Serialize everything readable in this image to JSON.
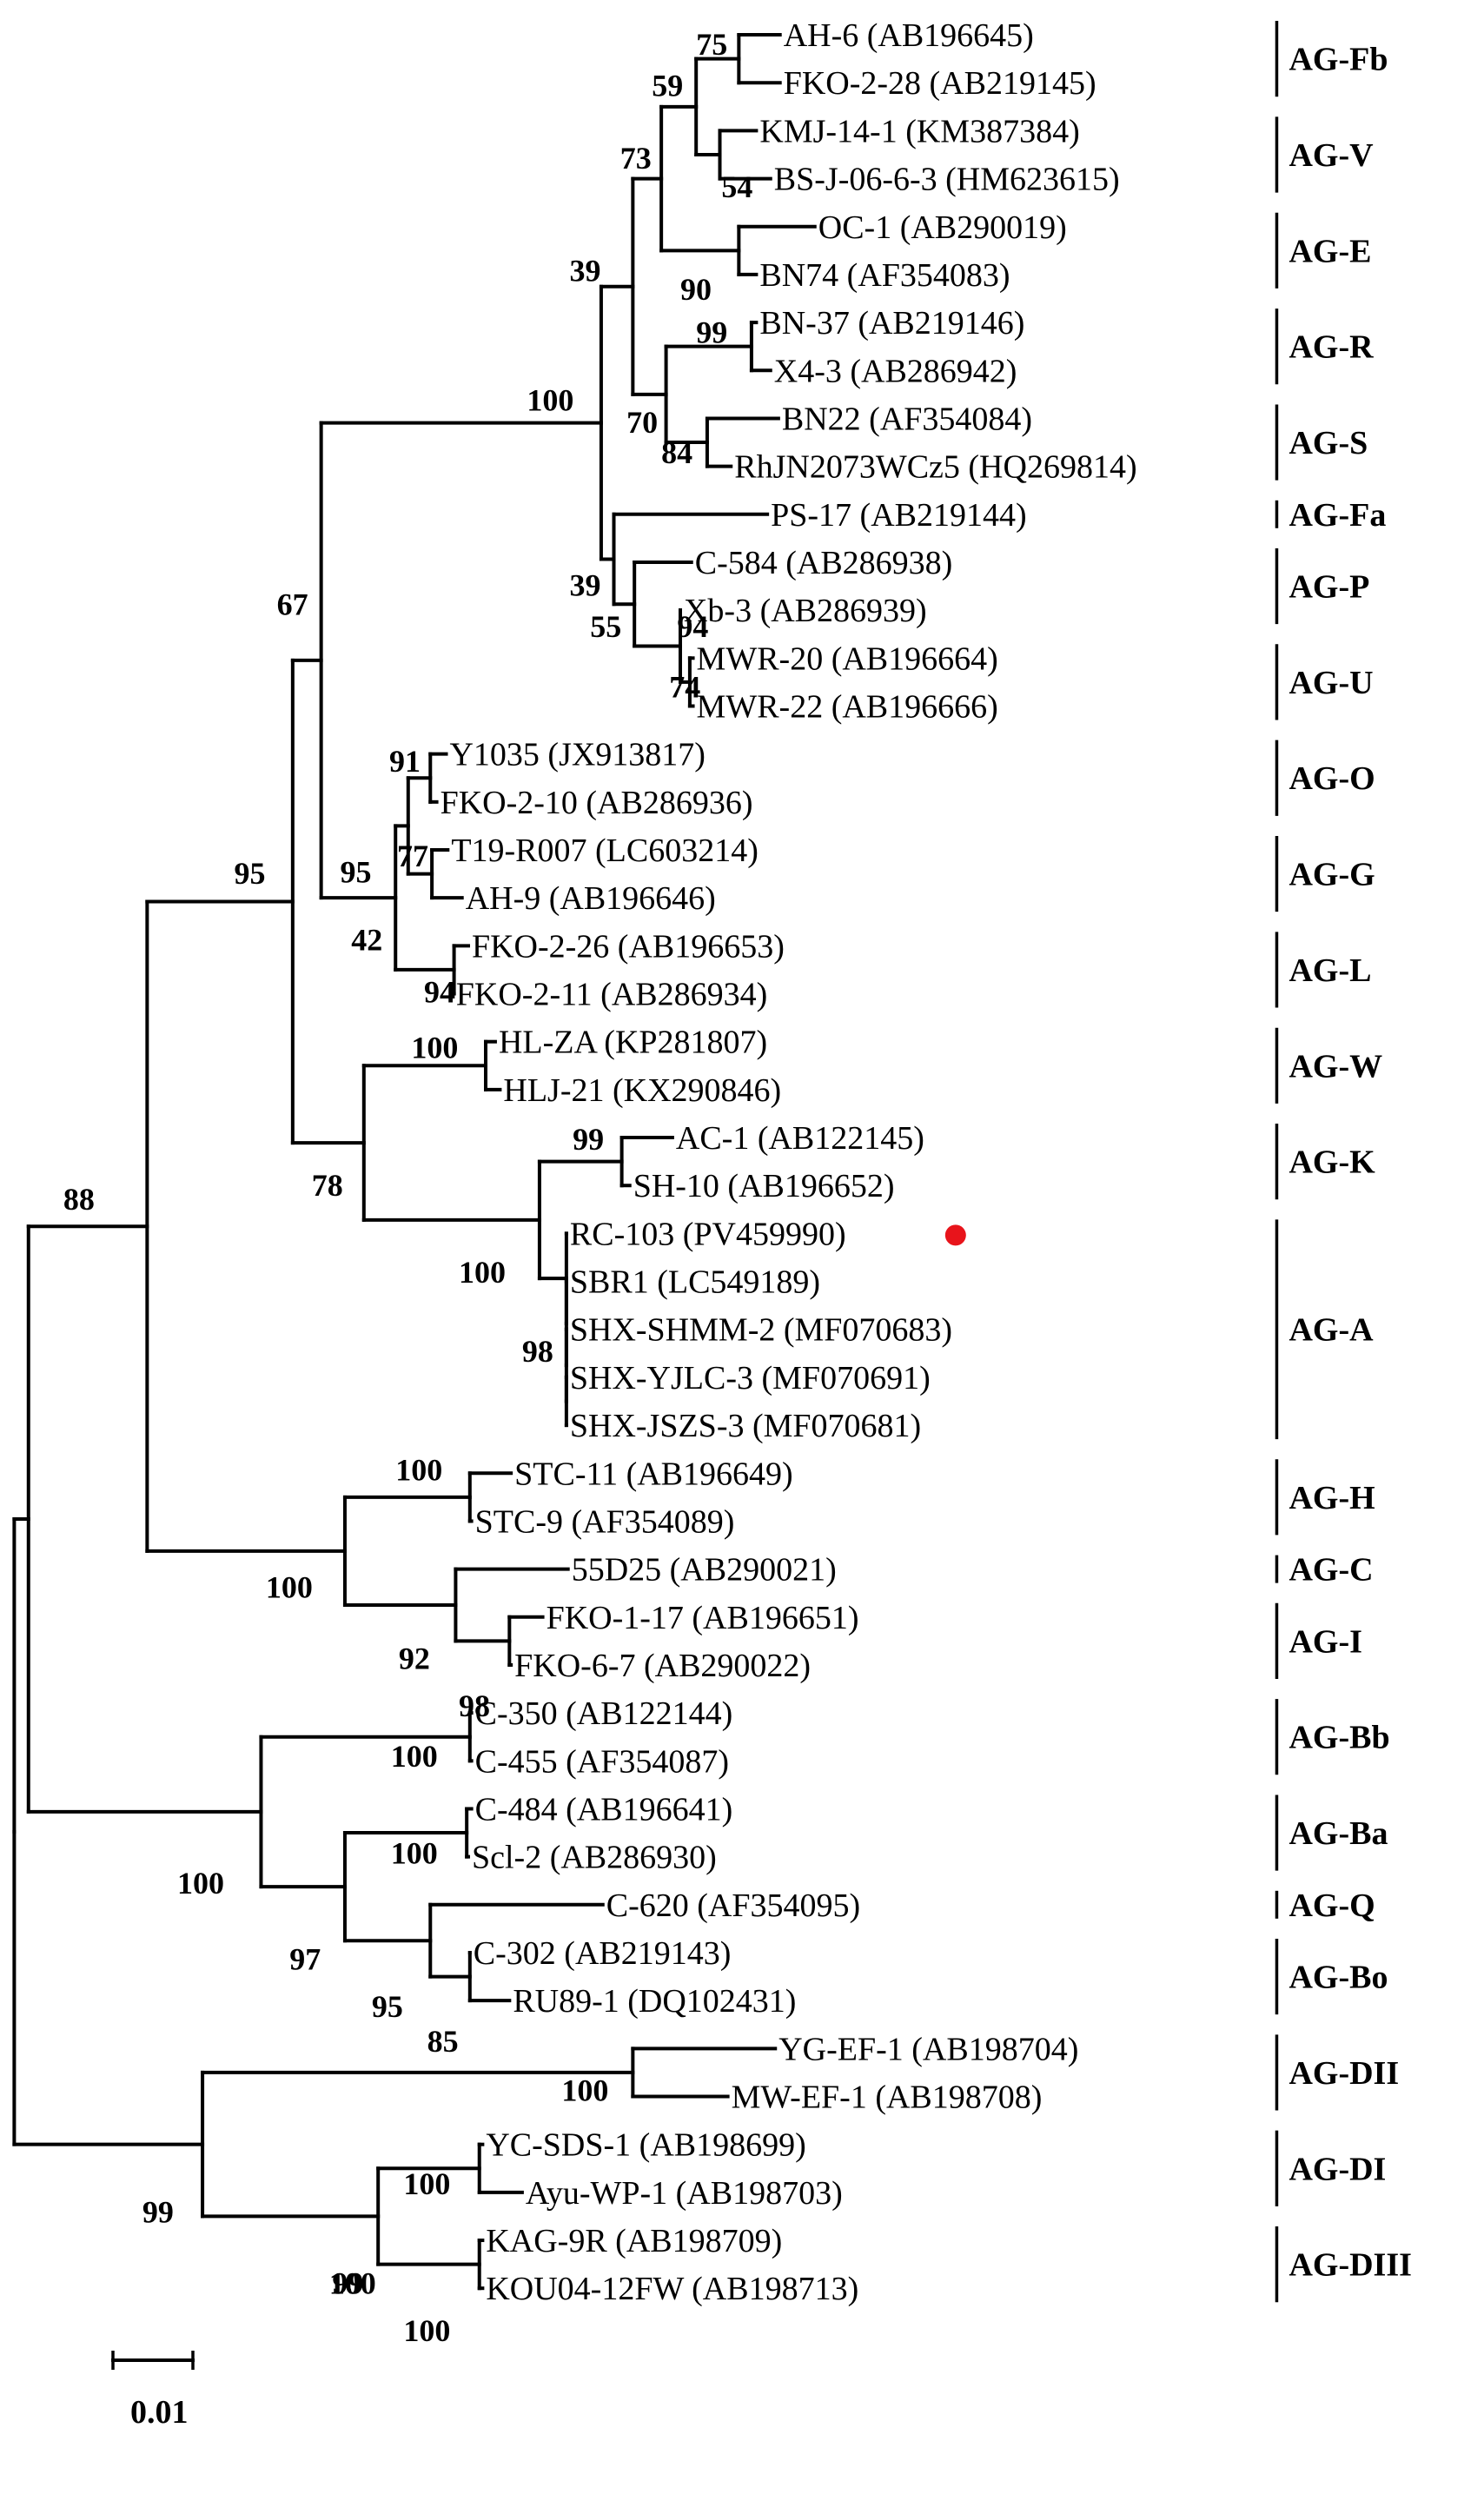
{
  "tree": {
    "taxa": [
      "AH-6 (AB196645)",
      "FKO-2-28 (AB219145)",
      "KMJ-14-1 (KM387384)",
      "BS-J-06-6-3 (HM623615)",
      "OC-1 (AB290019)",
      "BN74 (AF354083)",
      "BN-37 (AB219146)",
      "X4-3 (AB286942)",
      "BN22 (AF354084)",
      "RhJN2073WCz5 (HQ269814)",
      "PS-17 (AB219144)",
      "C-584 (AB286938)",
      "Xb-3 (AB286939)",
      "MWR-20 (AB196664)",
      "MWR-22 (AB196666)",
      "Y1035 (JX913817)",
      "FKO-2-10 (AB286936)",
      "T19-R007 (LC603214)",
      "AH-9 (AB196646)",
      "FKO-2-26 (AB196653)",
      "FKO-2-11 (AB286934)",
      "HL-ZA (KP281807)",
      "HLJ-21 (KX290846)",
      "AC-1 (AB122145)",
      "SH-10 (AB196652)",
      "RC-103 (PV459990)",
      "SBR1 (LC549189)",
      "SHX-SHMM-2 (MF070683)",
      "SHX-YJLC-3 (MF070691)",
      "SHX-JSZS-3 (MF070681)",
      "STC-11  (AB196649)",
      "STC-9 (AF354089)",
      "55D25 (AB290021)",
      "FKO-1-17 (AB196651)",
      "FKO-6-7 (AB290022)",
      "C-350 (AB122144)",
      "C-455 (AF354087)",
      "C-484 (AB196641)",
      "Scl-2 (AB286930)",
      "C-620 (AF354095)",
      "C-302 (AB219143)",
      "RU89-1 (DQ102431)",
      "YG-EF-1 (AB198704)",
      "MW-EF-1 (AB198708)",
      "YC-SDS-1 (AB198699)",
      "Ayu-WP-1 (AB198703)",
      "KAG-9R (AB198709)",
      "KOU04-12FW (AB198713)"
    ],
    "bootstrap": [
      "75",
      "59",
      "54",
      "73",
      "90",
      "39",
      "99",
      "84",
      "70",
      "100",
      "94",
      "74",
      "55",
      "39",
      "67",
      "91",
      "77",
      "95",
      "94",
      "42",
      "95",
      "100",
      "99",
      "98",
      "100",
      "78",
      "88",
      "100",
      "98",
      "92",
      "100",
      "100",
      "100",
      "100",
      "85",
      "95",
      "97",
      "100",
      "100",
      "100",
      "100",
      "99",
      "99"
    ],
    "groups": [
      "AG-Fb",
      "AG-V",
      "AG-E",
      "AG-R",
      "AG-S",
      "AG-Fa",
      "AG-P",
      "AG-U",
      "AG-O",
      "AG-G",
      "AG-L",
      "AG-W",
      "AG-K",
      "AG-A",
      "AG-H",
      "AG-C",
      "AG-I",
      "AG-Bb",
      "AG-Ba",
      "AG-Q",
      "AG-Bo",
      "AG-DII",
      "AG-DI",
      "AG-DIII"
    ],
    "highlighted_taxon": "RC-103 (PV459990)",
    "highlight_color": "#e8141b",
    "scale_bar_label": "0.01"
  }
}
